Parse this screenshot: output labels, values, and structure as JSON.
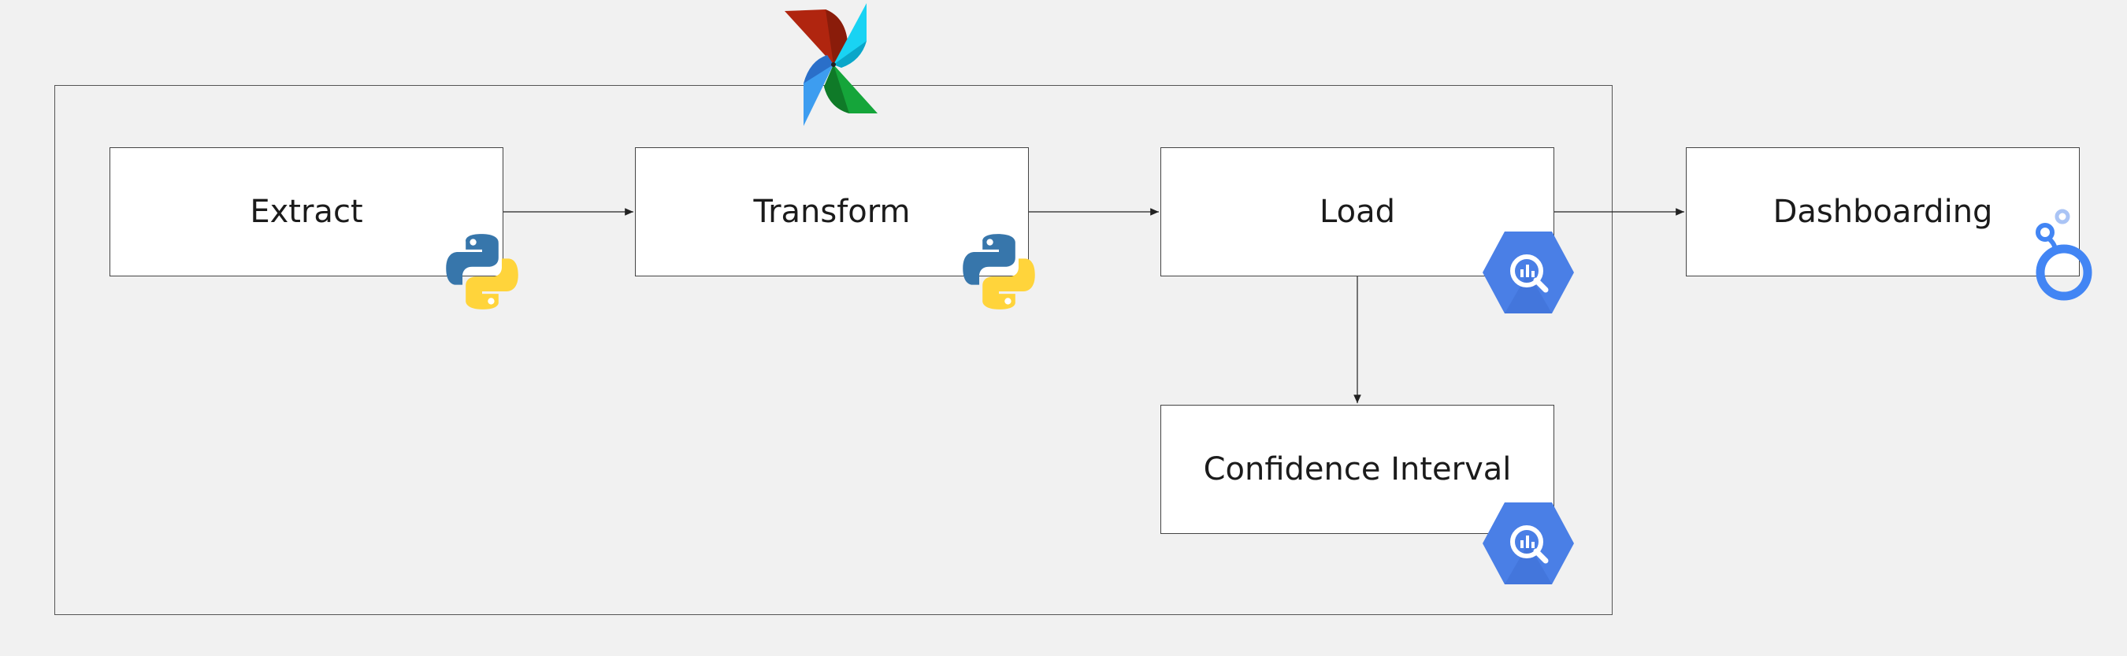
{
  "nodes": {
    "extract": "Extract",
    "transform": "Transform",
    "load": "Load",
    "dashboarding": "Dashboarding",
    "confidence_interval": "Confidence Interval"
  },
  "icons": {
    "orchestrator": "airflow-pinwheel-icon",
    "extract": "python-icon",
    "transform": "python-icon",
    "load": "bigquery-icon",
    "confidence_interval": "bigquery-icon",
    "dashboarding": "looker-studio-icon"
  },
  "colors": {
    "python_blue": "#3776ab",
    "python_yellow": "#ffd43b",
    "bigquery_blue": "#4a7fe6",
    "looker_blue": "#4285f4"
  }
}
